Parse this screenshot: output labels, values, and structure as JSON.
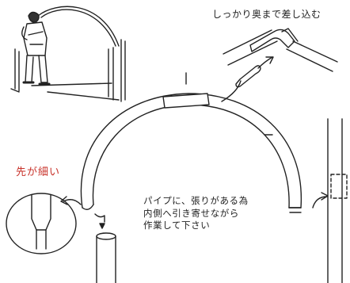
{
  "labels": {
    "insert_fully": "しっかり奥まで差し込む",
    "tip_is_thin": "先が細い",
    "instruction_lines": [
      "パイプに、張りがある為",
      "内側へ引き寄せながら",
      "作業して下さい"
    ]
  },
  "colors": {
    "line": "#222222",
    "accent_text": "#c8322a",
    "background": "#ffffff"
  },
  "icons": {
    "worker": "person-bending-pipe-icon",
    "joint": "pipe-joint-icon",
    "tapered_tip": "tapered-pipe-tip-icon"
  }
}
